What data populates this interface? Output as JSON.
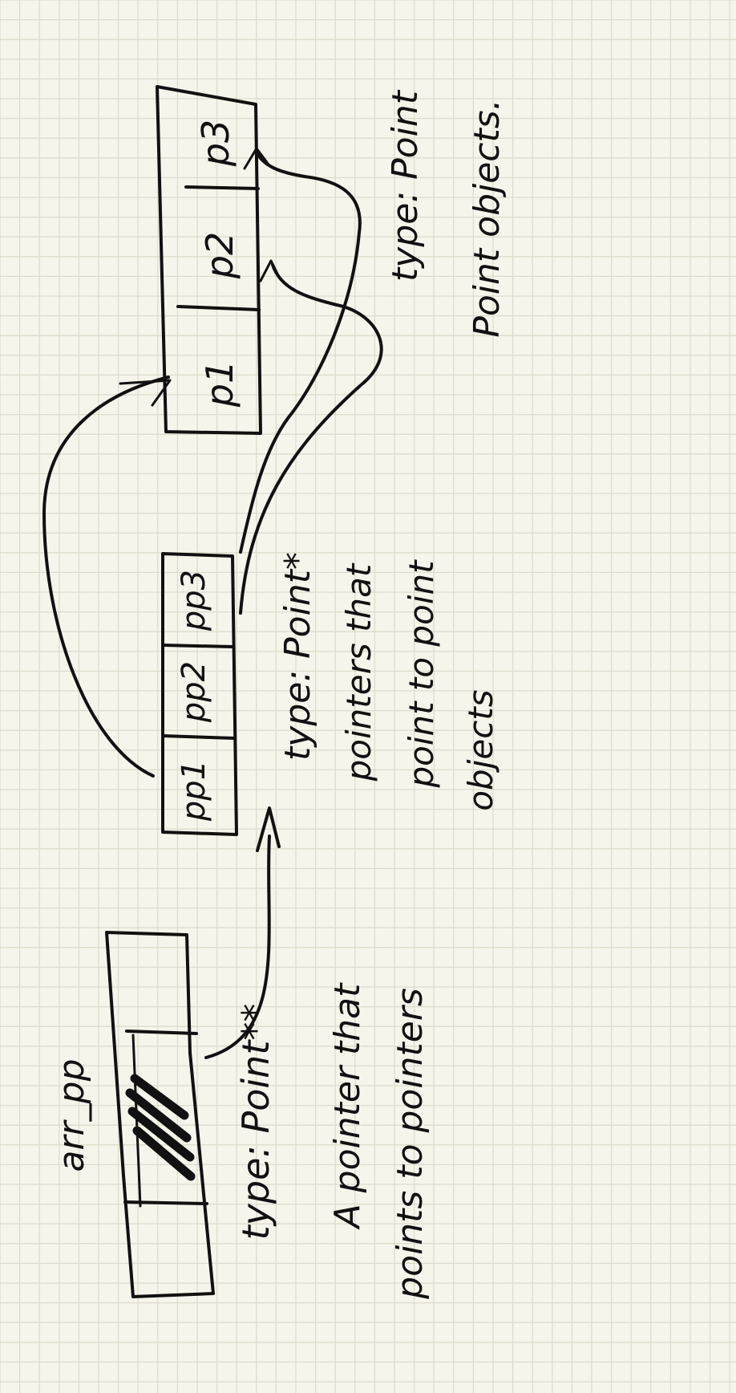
{
  "diagram": {
    "variable_name": "arr_pp",
    "pointer_array_cells": [
      "pp1",
      "pp2",
      "pp3"
    ],
    "object_array_cells": [
      "p1",
      "p2",
      "p3"
    ],
    "variable_type": "type: Point**",
    "variable_description": [
      "A pointer that",
      "points to pointers"
    ],
    "pointer_array_type": "type: Point*",
    "pointer_array_description": [
      "pointers that",
      "point to point",
      "objects"
    ],
    "object_array_type": "type: Point",
    "object_array_description": [
      "Point objects."
    ]
  },
  "colors": {
    "paper": "#f6f5ec",
    "grid": "#dcdccd",
    "ink": "#111111"
  }
}
